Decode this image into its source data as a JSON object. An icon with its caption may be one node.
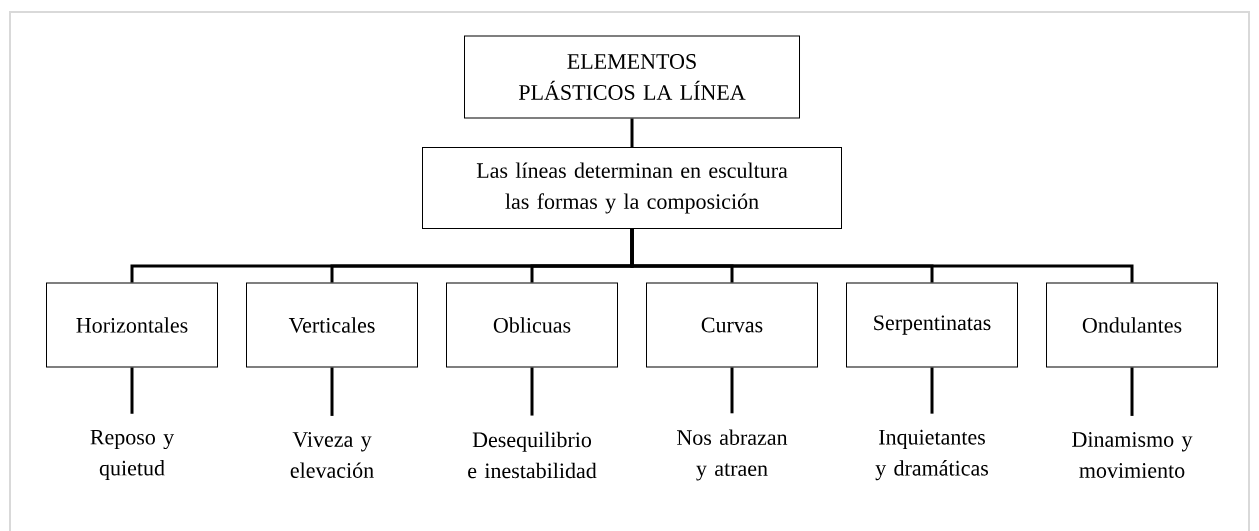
{
  "diagram": {
    "nodes": [
      {
        "text": [
          "ELEMENTOS PLÁSTICOS LA LÍNEA"
        ]
      },
      {
        "text": [
          "Las líneas determinan en escultura las formas y la composición"
        ]
      },
      {
        "text": [
          "Horizontales"
        ]
      },
      {
        "text": [
          "Verticales"
        ]
      },
      {
        "text": [
          "Oblicuas"
        ]
      },
      {
        "text": [
          "Curvas"
        ]
      },
      {
        "text": [
          "Serpentinatas"
        ]
      },
      {
        "text": [
          "Ondulantes"
        ]
      },
      {
        "text": [
          "Reposo y quietud"
        ]
      },
      {
        "text": [
          "Viveza y elevación"
        ]
      },
      {
        "text": [
          "Desequilibrio e inestabilidad"
        ]
      },
      {
        "text": [
          "Nos abrazan y atraen"
        ]
      },
      {
        "text": [
          "Inquietantes y dramáticas"
        ]
      },
      {
        "text": [
          "Dinamismo y movimiento"
        ]
      }
    ],
    "edges": [
      {
        "from": 0,
        "to": 1,
        "arrow": "none"
      },
      {
        "from": 1,
        "to": 2,
        "arrow": "none"
      },
      {
        "from": 1,
        "to": 3,
        "arrow": "none"
      },
      {
        "from": 1,
        "to": 4,
        "arrow": "none"
      },
      {
        "from": 1,
        "to": 5,
        "arrow": "none"
      },
      {
        "from": 1,
        "to": 6,
        "arrow": "none"
      },
      {
        "from": 1,
        "to": 7,
        "arrow": "none"
      },
      {
        "from": 2,
        "to": 8,
        "arrow": "none"
      },
      {
        "from": 3,
        "to": 9,
        "arrow": "none"
      },
      {
        "from": 4,
        "to": 10,
        "arrow": "none"
      },
      {
        "from": 5,
        "to": 11,
        "arrow": "none"
      },
      {
        "from": 6,
        "to": 12,
        "arrow": "none"
      },
      {
        "from": 7,
        "to": 13,
        "arrow": "none"
      }
    ]
  }
}
